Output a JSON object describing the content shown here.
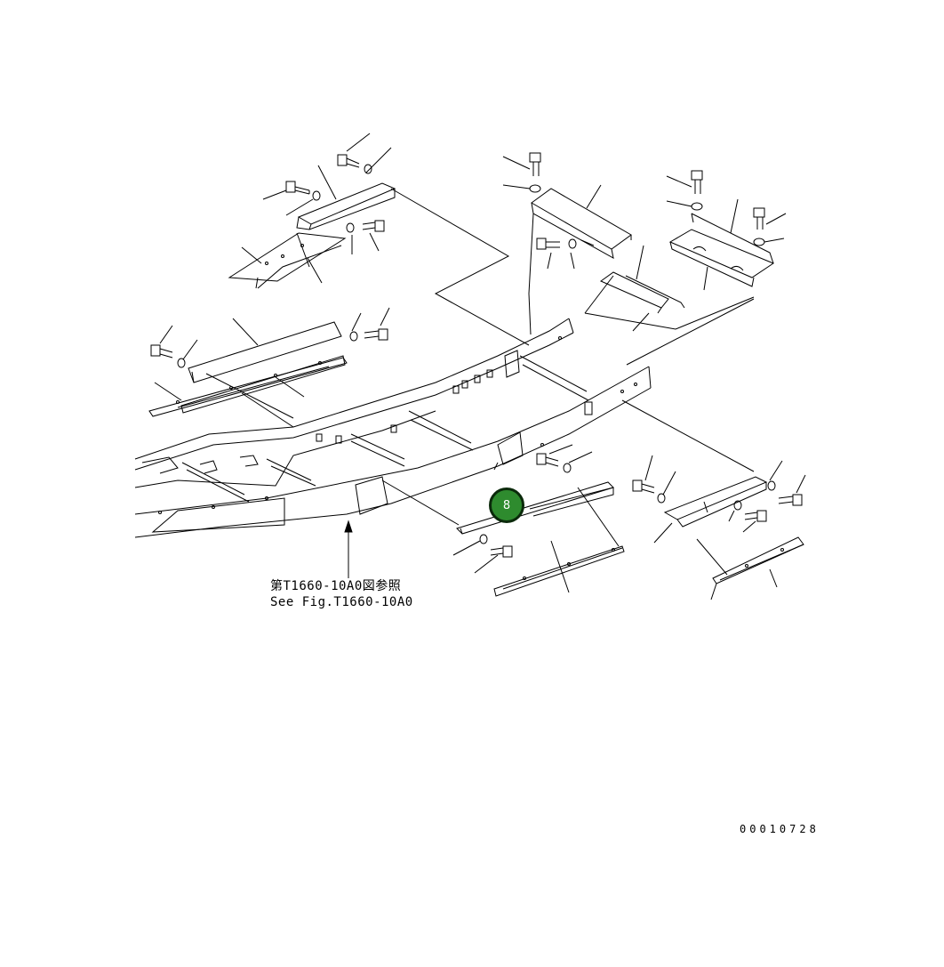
{
  "reference_note": {
    "line1": "第T1660-10A0図参照",
    "line2": "See Fig.T1660-10A0"
  },
  "drawing_number": "00010728",
  "callout": {
    "label": "8",
    "color": "#2e8b2e"
  }
}
